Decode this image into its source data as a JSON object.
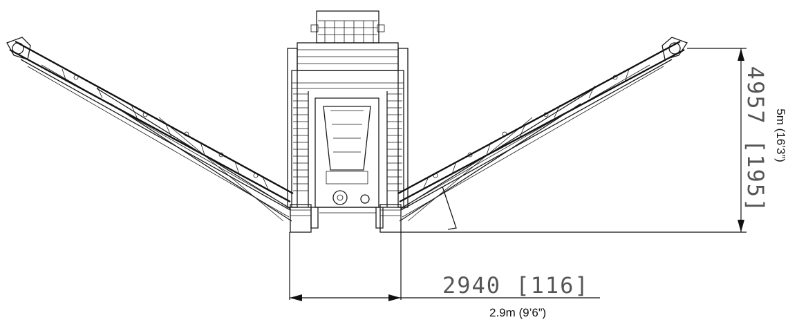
{
  "dimensions": {
    "width_cad": "2940 [116]",
    "width_label": "2.9m (9’6”)",
    "height_cad": "4957 [195]",
    "height_label": "5m (16’3”)"
  }
}
